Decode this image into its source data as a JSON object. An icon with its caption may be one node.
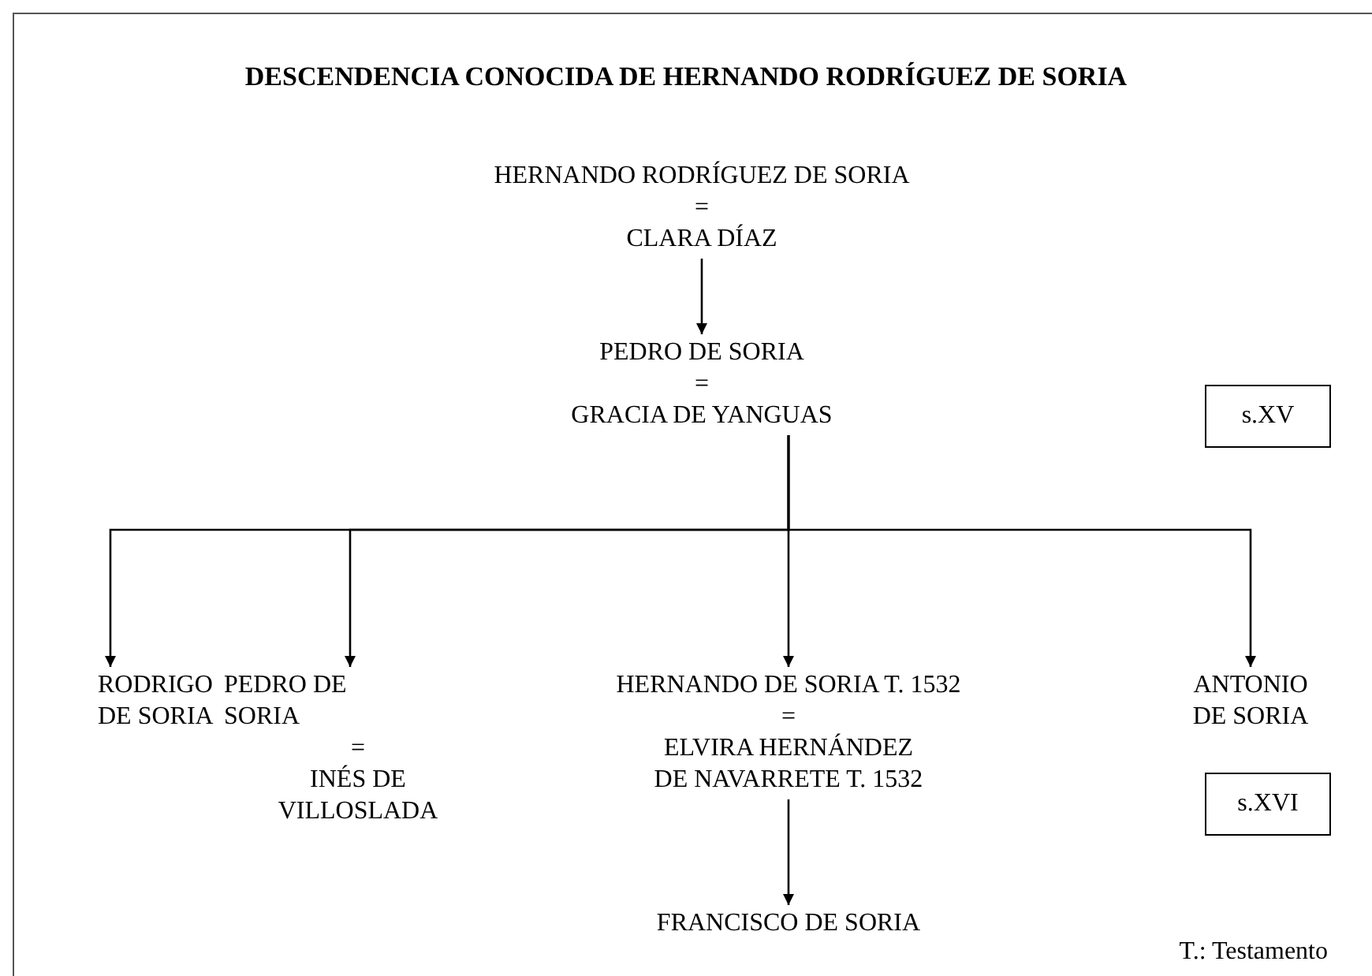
{
  "diagram": {
    "title": "DESCENDENCIA CONOCIDA DE HERNANDO RODRÍGUEZ DE SORIA",
    "nodes": [
      {
        "text": [
          "HERNANDO RODRÍGUEZ DE SORIA",
          "=",
          "CLARA DÍAZ"
        ]
      },
      {
        "text": [
          "PEDRO DE SORIA",
          "=",
          "GRACIA DE YANGUAS"
        ]
      },
      {
        "text": [
          "RODRIGO DE SORIA"
        ]
      },
      {
        "text": [
          "PEDRO DE SORIA",
          "=",
          "INÉS DE VILLOSLADA"
        ]
      },
      {
        "text": [
          "HERNANDO DE SORIA T. 1532",
          "=",
          "ELVIRA HERNÁNDEZ DE NAVARRETE T. 1532"
        ]
      },
      {
        "text": [
          "ANTONIO DE SORIA"
        ]
      },
      {
        "text": [
          "FRANCISCO DE SORIA"
        ]
      },
      {
        "text": [
          "s.XV"
        ]
      },
      {
        "text": [
          "s.XVI"
        ]
      }
    ],
    "edges": [
      {
        "from": 0,
        "to": 1,
        "arrow": "to"
      },
      {
        "from": 1,
        "to": 2,
        "arrow": "to"
      },
      {
        "from": 1,
        "to": 3,
        "arrow": "to"
      },
      {
        "from": 1,
        "to": 4,
        "arrow": "to"
      },
      {
        "from": 1,
        "to": 5,
        "arrow": "to"
      },
      {
        "from": 4,
        "to": 6,
        "arrow": "to"
      }
    ],
    "labels": [
      "T.: Testamento"
    ]
  }
}
